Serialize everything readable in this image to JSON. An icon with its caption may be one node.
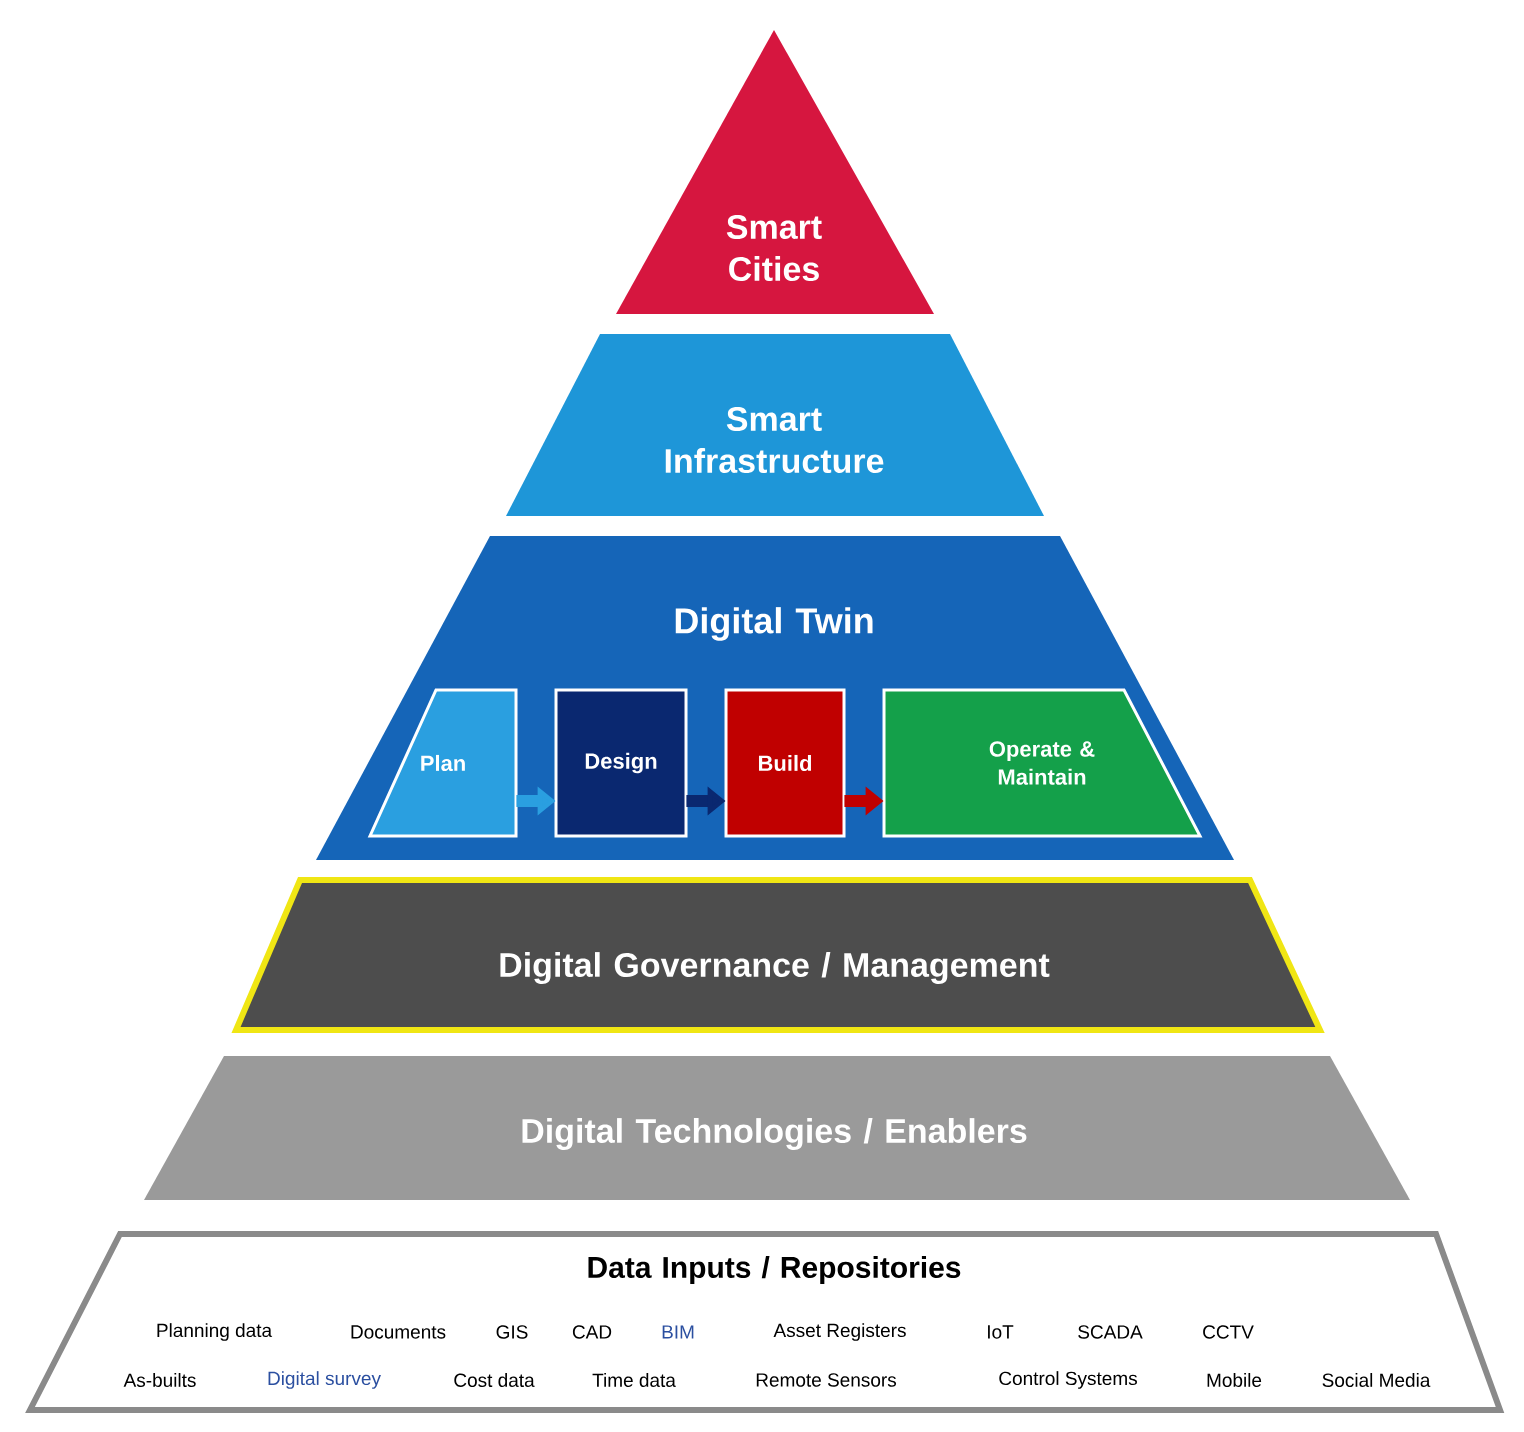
{
  "diagram": {
    "nodes": [
      {
        "text": [
          "Smart Cities"
        ]
      },
      {
        "text": [
          "Smart Infrastructure"
        ]
      },
      {
        "text": [
          "Digital Twin"
        ]
      },
      {
        "text": [
          "Plan"
        ],
        "in": 2
      },
      {
        "text": [
          "Design"
        ],
        "in": 2
      },
      {
        "text": [
          "Build"
        ],
        "in": 2
      },
      {
        "text": [
          "Operate & Maintain"
        ],
        "in": 2
      },
      {
        "text": [
          "Digital Governance / Management"
        ]
      },
      {
        "text": [
          "Digital Technologies / Enablers"
        ]
      },
      {
        "text": [
          "Data Inputs / Repositories"
        ]
      }
    ],
    "edges": [
      {
        "from": 3,
        "to": 4,
        "arrow": "to",
        "color": "#2a9fe0"
      },
      {
        "from": 4,
        "to": 5,
        "arrow": "to",
        "color": "#0a2870"
      },
      {
        "from": 5,
        "to": 6,
        "arrow": "to",
        "color": "#c00000"
      }
    ],
    "labels": [
      "Planning data",
      "Documents",
      "GIS",
      "CAD",
      "BIM",
      "Asset Registers",
      "IoT",
      "SCADA",
      "CCTV",
      "As-builts",
      "Digital survey",
      "Cost data",
      "Time data",
      "Remote Sensors",
      "Control Systems",
      "Mobile",
      "Social Media"
    ]
  }
}
